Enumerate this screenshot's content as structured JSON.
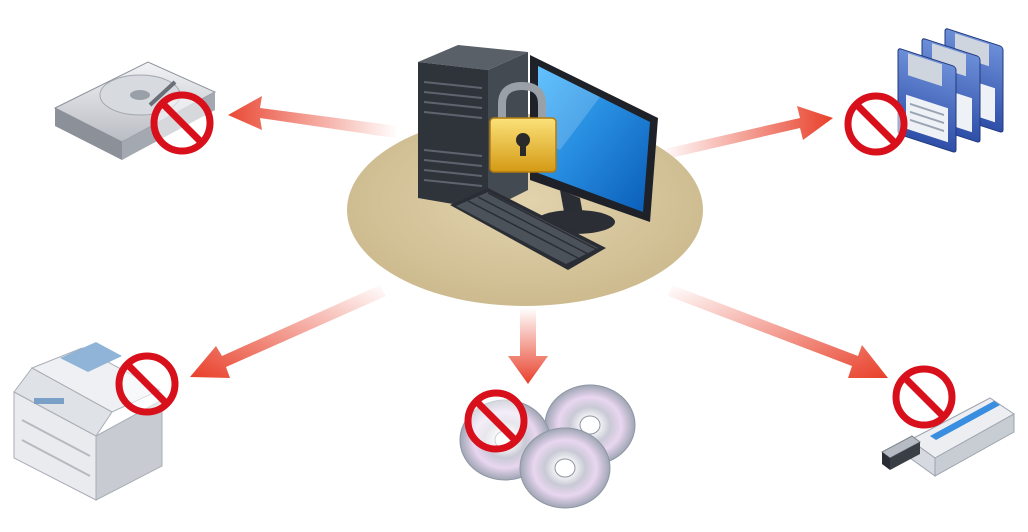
{
  "diagram": {
    "center": {
      "icon": "locked-desktop-computer-icon"
    },
    "blocked_devices": [
      {
        "id": "hard-disk",
        "icon": "hard-disk-drive-icon"
      },
      {
        "id": "floppy",
        "icon": "floppy-disk-stack-icon"
      },
      {
        "id": "printer",
        "icon": "printer-icon"
      },
      {
        "id": "optical",
        "icon": "optical-disc-icon"
      },
      {
        "id": "usb",
        "icon": "usb-flash-drive-icon"
      }
    ],
    "block_symbol": "prohibited-icon",
    "colors": {
      "arrow": "#e8402a",
      "prohibit": "#d8101c",
      "platform": "#d8c8a0",
      "screen": "#1a8ad8",
      "lock": "#e8c030"
    }
  }
}
